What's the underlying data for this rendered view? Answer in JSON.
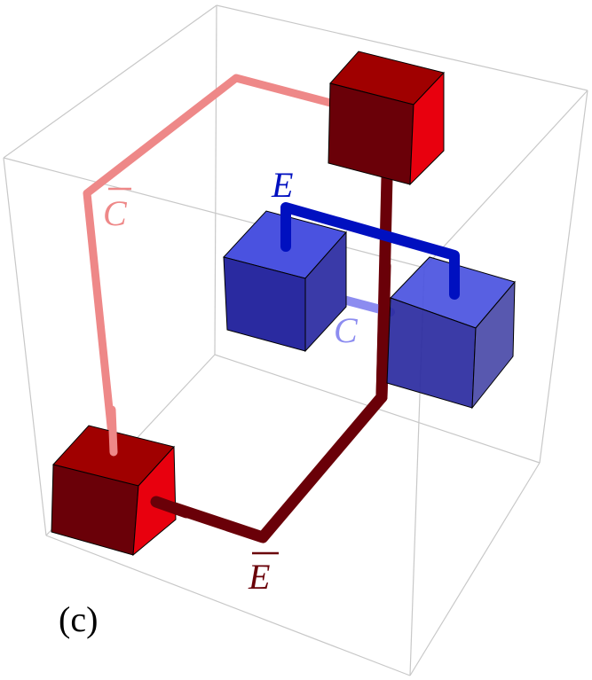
{
  "labels": {
    "e": "E",
    "c": "C",
    "c_bar": "C",
    "e_bar": "E",
    "panel": "(c)"
  },
  "colors": {
    "frame": "#c8c8c8",
    "dark_red_top": "#a00000",
    "dark_red_left": "#6a0008",
    "bright_red_right": "#e8000e",
    "blue_top": "#4a52e0",
    "blue_front": "#2a2aa0",
    "blue_side": "#4a4aa8",
    "blue_link": "#0010c0",
    "light_blue_link": "#8c8cf0",
    "dark_red_link": "#6a0008",
    "pink_link": "#ee8888",
    "label_blue": "#0010c0",
    "label_light_blue": "#8c8cf0",
    "label_pink": "#ee8888",
    "label_dark_red": "#6a0008"
  }
}
